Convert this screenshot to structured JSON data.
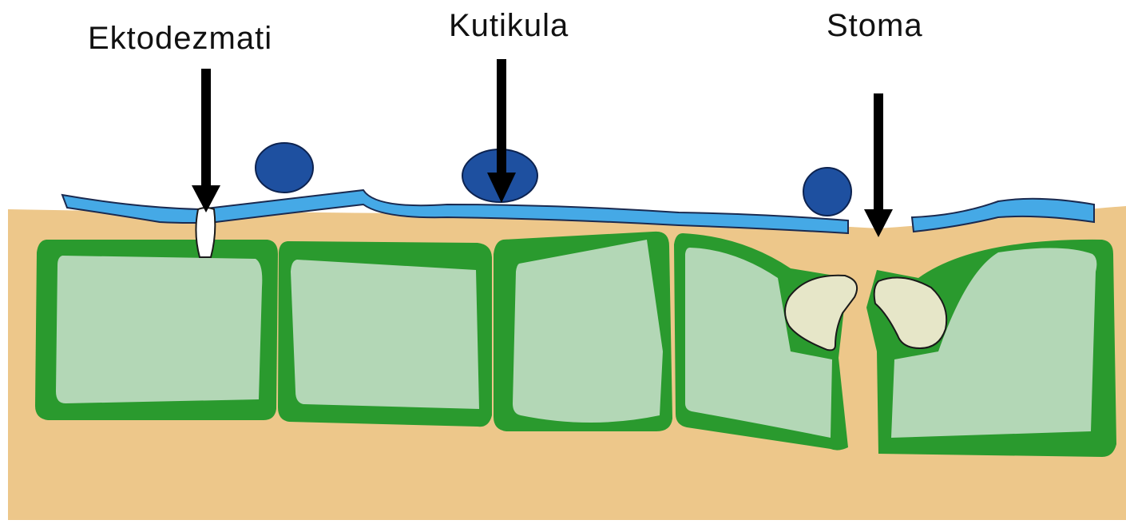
{
  "labels": {
    "ektodezmati": "Ektodezmati",
    "kutikula": "Kutikula",
    "stoma": "Stoma"
  },
  "colors": {
    "tissue": "#EDC78A",
    "cell_wall": "#2A9A2E",
    "cytoplasm": "#B3D7B6",
    "cuticle": "#45A9E6",
    "droplet": "#1E50A0",
    "guard_cell": "#E6E6C8",
    "arrow": "#000000"
  }
}
